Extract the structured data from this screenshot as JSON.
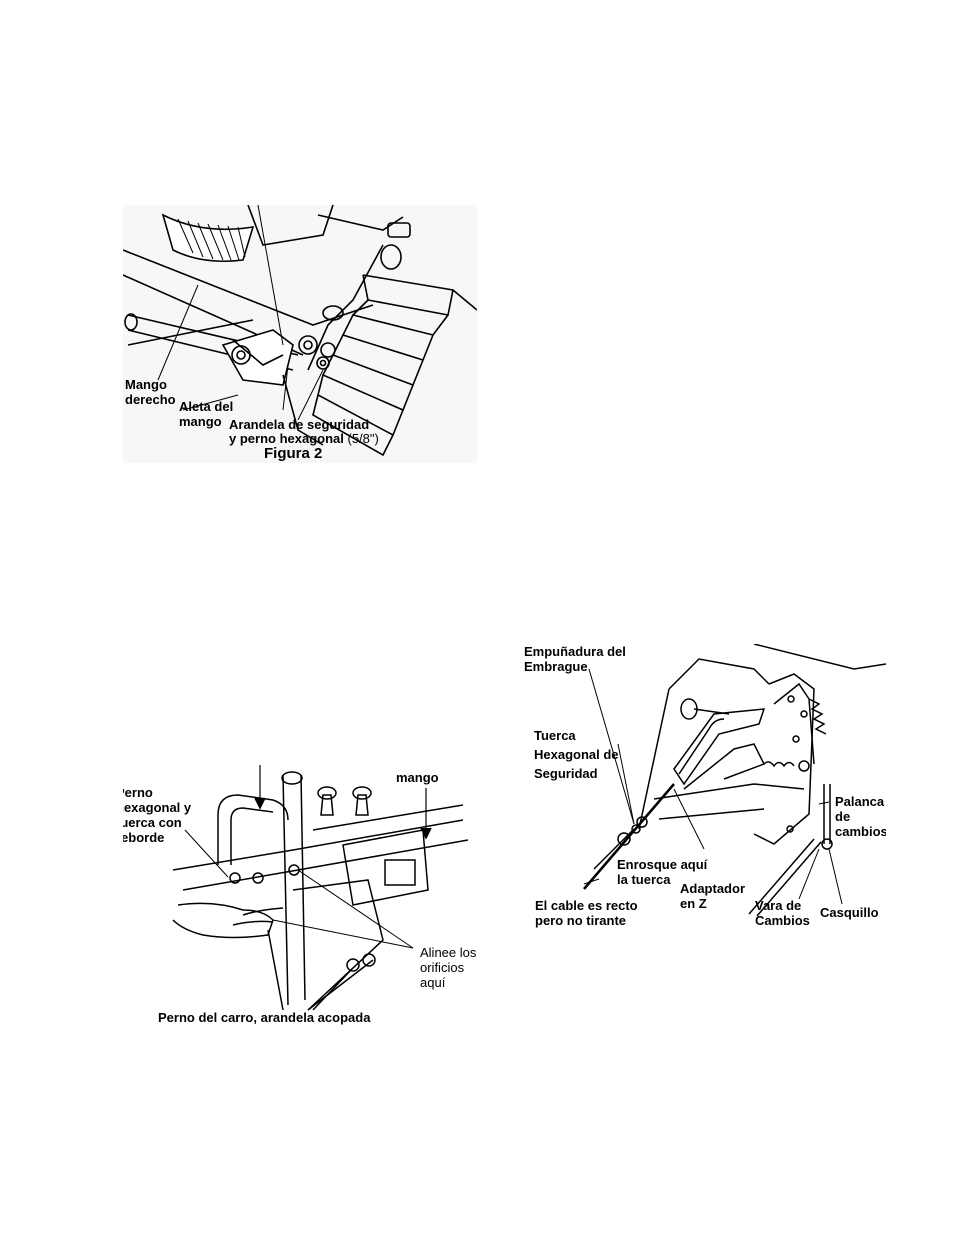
{
  "figure2": {
    "caption": "Figura 2",
    "labels": {
      "mango_derecho": "Mango\nderecho",
      "aleta_mango": "Aleta del\nmango",
      "arandela_line1": "Arandela de seguridad",
      "arandela_line2_bold": "y perno hexagonal",
      "arandela_line2_size": " (5/8\")"
    }
  },
  "figure3": {
    "labels": {
      "perno_hex": "Perno\nhexagonal y\ntuerca con\nreborde",
      "mango": "mango",
      "alinee": "Alinee los\norificios\naquí",
      "perno_carro": "Perno del carro, arandela acopada"
    }
  },
  "figure4": {
    "labels": {
      "empunadura": "Empuñadura del\nEmbrague",
      "tuerca_hex": "Tuerca\nHexagonal de\nSeguridad",
      "palanca": "Palanca\nde\ncambios",
      "enrosque": "Enrosque aquí\nla tuerca",
      "adaptador": "Adaptador\nen Z",
      "cable": "El cable es recto\npero no tirante",
      "vara": "Vara de\nCambios",
      "casquillo": "Casquillo"
    }
  }
}
